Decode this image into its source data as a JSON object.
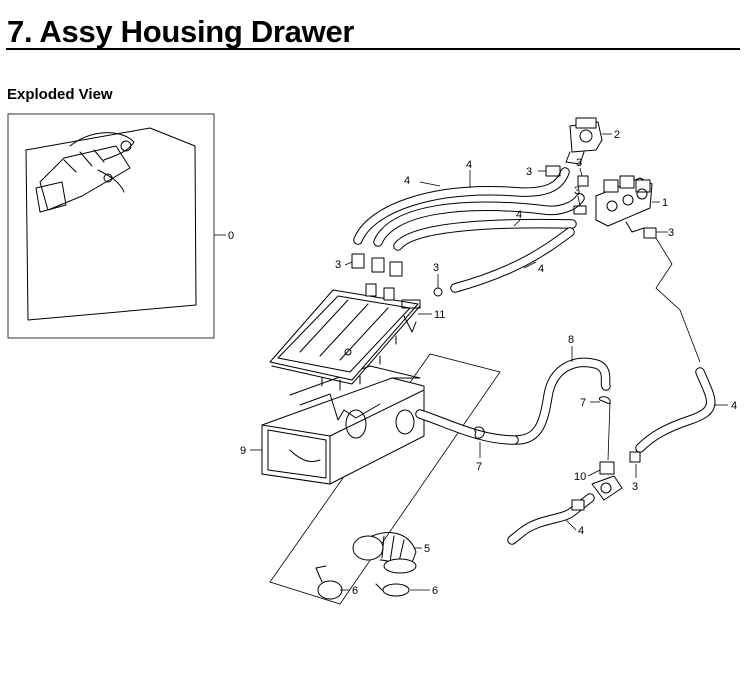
{
  "page": {
    "title": "7.  Assy Housing Drawer",
    "section_heading": "Exploded View"
  },
  "callouts": {
    "assembly": "0",
    "valve_main": "1",
    "valve_single": "2",
    "clamps": "3",
    "hoses": "4",
    "bellows": "5",
    "spring_clamps": "6",
    "hose_clamps": "7",
    "drain_hose": "8",
    "drawer_housing": "9",
    "connector": "10",
    "housing_cover": "11"
  }
}
